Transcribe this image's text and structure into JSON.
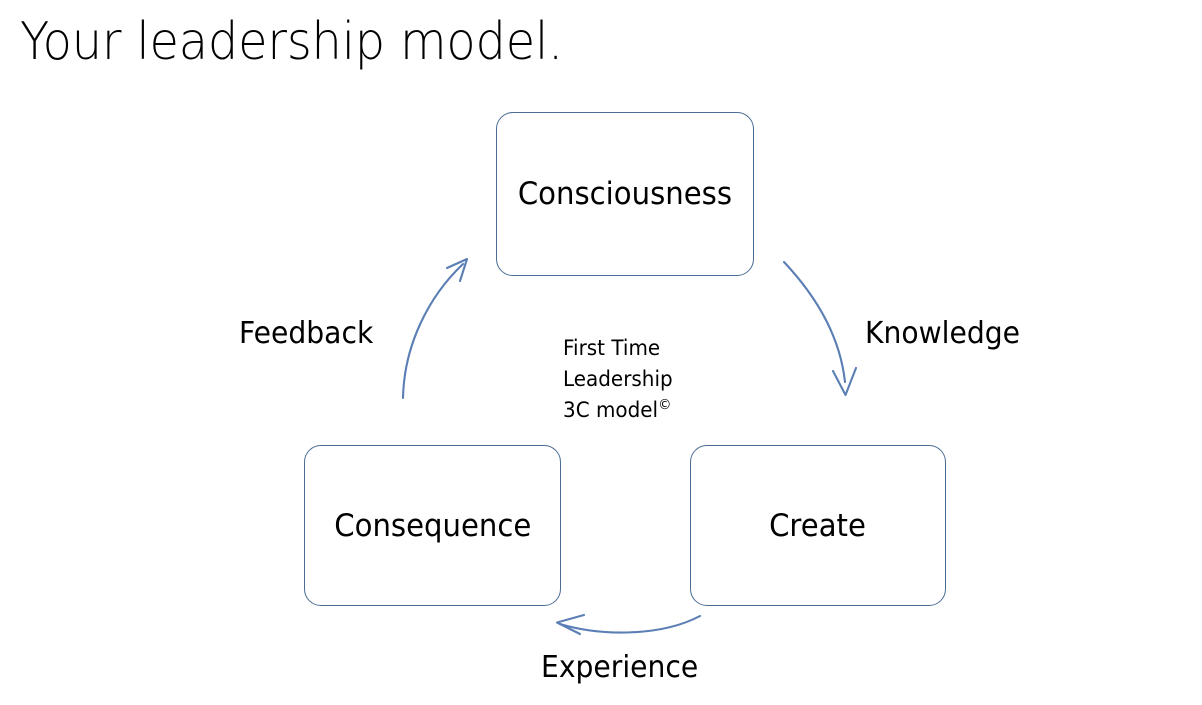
{
  "slide": {
    "title": "Your leadership model.",
    "background_color": "#ffffff"
  },
  "theme": {
    "box_border_color": "#4a6d94",
    "box_fill_color": "#ffffff",
    "arrow_color": "#5b7fb4",
    "text_color": "#000000"
  },
  "diagram": {
    "type": "cycle",
    "direction": "clockwise",
    "nodes": [
      {
        "id": "consciousness",
        "label": "Consciousness"
      },
      {
        "id": "create",
        "label": "Create"
      },
      {
        "id": "consequence",
        "label": "Consequence"
      }
    ],
    "edges": [
      {
        "id": "knowledge",
        "label": "Knowledge",
        "from": "consciousness",
        "to": "create"
      },
      {
        "id": "experience",
        "label": "Experience",
        "from": "create",
        "to": "consequence"
      },
      {
        "id": "feedback",
        "label": "Feedback",
        "from": "consequence",
        "to": "consciousness"
      }
    ],
    "center_caption": {
      "line1": "First Time",
      "line2": "Leadership",
      "line3": "3C model",
      "mark": "©"
    }
  }
}
